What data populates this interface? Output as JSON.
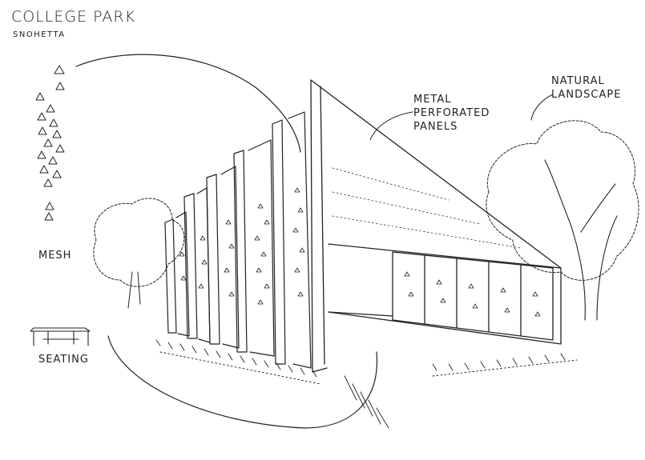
{
  "title": "COLLEGE PARK",
  "subtitle": "SNOHETTA",
  "annotations": {
    "mesh": "MESH",
    "seating": "SEATING",
    "panels": [
      "METAL",
      "PERFORATED",
      "PANELS"
    ],
    "landscape": [
      "NATURAL",
      "LANDSCAPE"
    ]
  },
  "colors": {
    "ink": "#222222",
    "paper": "#ffffff"
  }
}
